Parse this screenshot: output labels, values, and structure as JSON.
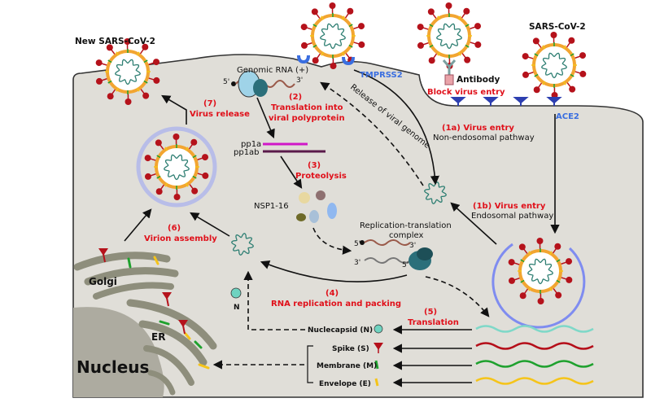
{
  "labels": {
    "new_virus": "New SARS-CoV-2",
    "virus": "SARS-CoV-2",
    "tmprss2": "TMPRSS2",
    "ace2": "ACE2",
    "antibody": "Antibody",
    "block": "Block virus entry",
    "genomic_rna": "Genomic RNA (+)",
    "five_prime": "5'",
    "three_prime": "3'",
    "step2a": "(2)",
    "step2b": "Translation into",
    "step2c": "viral polyprotein",
    "release_genome": "Release of viral genome",
    "step1a_a": "(1a) Virus entry",
    "step1a_b": "Non-endosomal pathway",
    "pp1a": "pp1a",
    "pp1ab": "pp1ab",
    "step3a": "(3)",
    "step3b": "Proteolysis",
    "nsp": "NSP1-16",
    "step1b_a": "(1b) Virus entry",
    "step1b_b": "Endosomal pathway",
    "rtc_a": "Replication-translation",
    "rtc_b": "complex",
    "step7a": "(7)",
    "step7b": "Virus release",
    "step6a": "(6)",
    "step6b": "Virion assembly",
    "golgi": "Golgi",
    "step4a": "(4)",
    "step4b": "RNA replication and packing",
    "n_label": "N",
    "step5a": "(5)",
    "step5b": "Translation",
    "nucleocapsid": "Nuclecapsid (N)",
    "spike": "Spike (S)",
    "membrane": "Membrane (M)",
    "envelope": "Envelope (E)",
    "er": "ER",
    "nucleus": "Nucleus"
  },
  "colors": {
    "cell": "#e0ded8",
    "nucleus": "#adaba0",
    "organelle": "#8e8e7c",
    "red_text": "#e0101a",
    "blue_text": "#3a6ee0",
    "virus_envelope": "#f2a531",
    "spike": "#b5121b",
    "nucleocapsid": "#6fd3c0",
    "ribosome": "#2b6f7a"
  }
}
